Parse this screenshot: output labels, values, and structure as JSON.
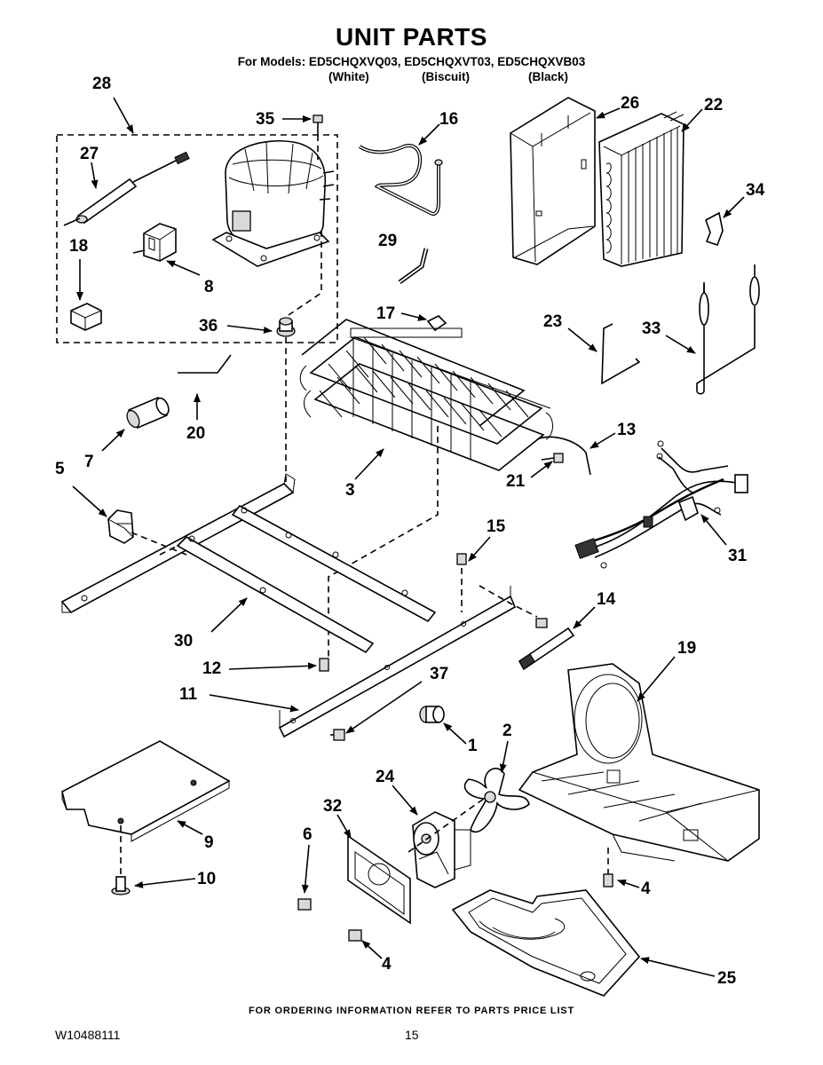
{
  "header": {
    "title": "UNIT PARTS",
    "models_line": "For Models: ED5CHQXVQ03, ED5CHQXVT03, ED5CHQXVB03",
    "colors": [
      "(White)",
      "(Biscuit)",
      "(Black)"
    ]
  },
  "callouts": {
    "c28": "28",
    "c35": "35",
    "c16": "16",
    "c26": "26",
    "c22": "22",
    "c27": "27",
    "c34": "34",
    "c18": "18",
    "c29": "29",
    "c8": "8",
    "c36": "36",
    "c17": "17",
    "c23": "23",
    "c33": "33",
    "c20": "20",
    "c7": "7",
    "c3": "3",
    "c13": "13",
    "c21": "21",
    "c5": "5",
    "c15": "15",
    "c31": "31",
    "c14": "14",
    "c30": "30",
    "c12": "12",
    "c37": "37",
    "c19": "19",
    "c11": "11",
    "c1": "1",
    "c2": "2",
    "c24": "24",
    "c32": "32",
    "c6": "6",
    "c9": "9",
    "c10": "10",
    "c4a": "4",
    "c4b": "4",
    "c25": "25"
  },
  "footer": {
    "ordering_note": "FOR ORDERING INFORMATION REFER TO PARTS PRICE LIST",
    "doc_number": "W10488111",
    "page_number": "15"
  }
}
